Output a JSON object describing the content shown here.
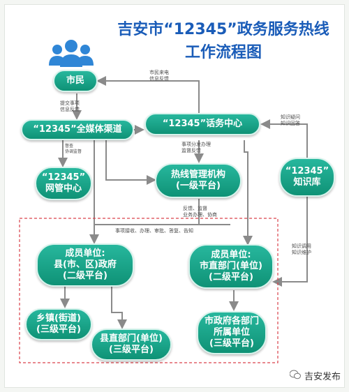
{
  "title": {
    "line1": "吉安市“12345”政务服务热线",
    "line2": "工作流程图"
  },
  "nodes": {
    "citizen": "市民",
    "media_channel": "“12345”全媒体渠道",
    "call_center": "“12345”话务中心",
    "network_mgmt": [
      "“12345”",
      "网管中心"
    ],
    "hotline_mgmt": [
      "热线管理机构",
      "(一级平台)"
    ],
    "knowledge_base": [
      "“12345”",
      "知识库"
    ],
    "county_unit": [
      "成员单位:",
      "县(市、区)政府",
      "(二级平台)"
    ],
    "city_unit": [
      "成员单位:",
      "市直部门(单位)",
      "(二级平台)"
    ],
    "township": [
      "乡镇(街道)",
      "(三级平台)"
    ],
    "county_dept": [
      "县直部门(单位)",
      "(三级平台)"
    ],
    "city_sub": [
      "市政府各部门",
      "所属单位",
      "(三级平台)"
    ]
  },
  "annotations": {
    "citizen_call": [
      "市民来电",
      "信息反馈"
    ],
    "submit": [
      "提交事项",
      "信息反馈"
    ],
    "oversight": [
      "督查",
      "协调监督"
    ],
    "knowledge_query": [
      "知识疑问",
      "知识回答"
    ],
    "dispatch": [
      "事项分发办理",
      "监督反馈"
    ],
    "feedback": [
      "反馈、监督",
      "业务办理、协商"
    ],
    "process": "事项接收、办理、审批、答复、告知",
    "knowledge_use": [
      "知识调用",
      "知识维护"
    ]
  },
  "footer": {
    "brand": "吉安发布"
  },
  "colors": {
    "node": "#14a084",
    "title": "#1a5cb8",
    "arrow": "#8a8a8a",
    "dashed_border": "#d9404a",
    "people_icon": "#2f86d6"
  }
}
